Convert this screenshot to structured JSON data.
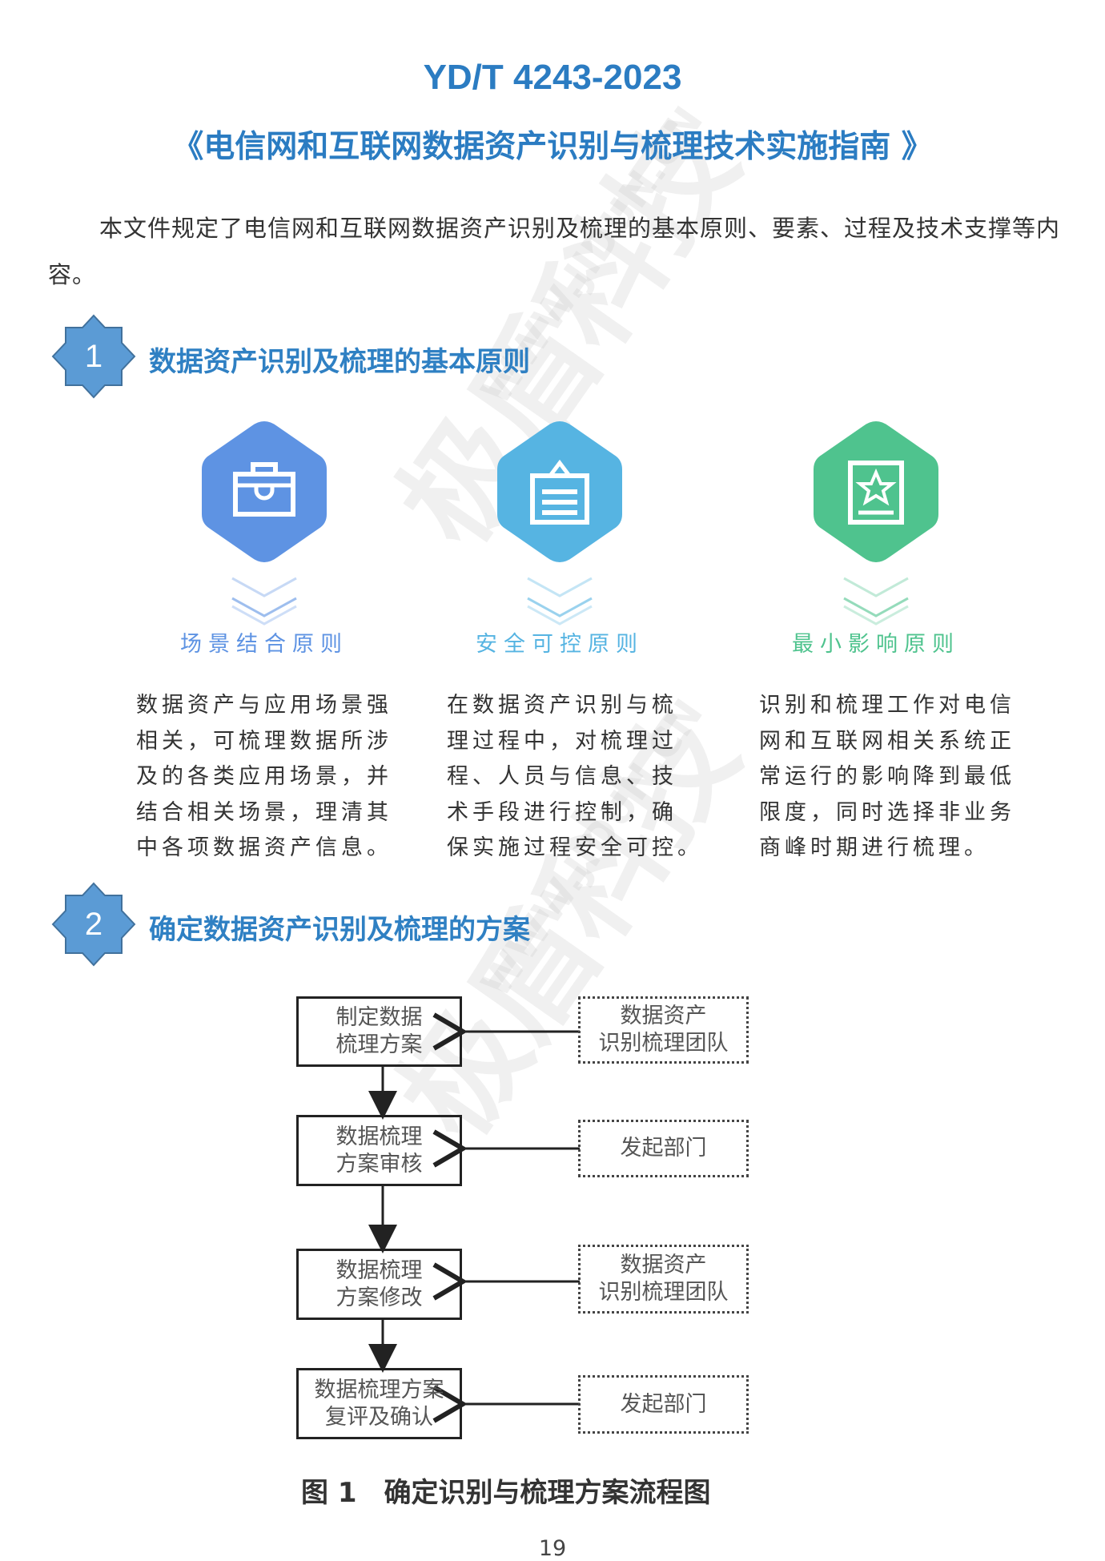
{
  "header": {
    "code": "YD/T 4243-2023",
    "title": "《电信网和互联网数据资产识别与梳理技术实施指南 》"
  },
  "intro": "本文件规定了电信网和互联网数据资产识别及梳理的基本原则、要素、过程及技术支撑等内容。",
  "watermark": {
    "brand": "极盾科技",
    "url": "WWW.JIDUN.CN"
  },
  "section1": {
    "number": "1",
    "title": "数据资产识别及梳理的基本原则",
    "principles": [
      {
        "icon": "briefcase-icon",
        "color": "#5e93e3",
        "label": "场景结合原则",
        "lines": [
          "数据资产与应用场景强",
          "相关，可梳理数据所涉",
          "及的各类应用场景，并",
          "结合相关场景，理清其",
          "中各项数据资产信息。"
        ]
      },
      {
        "icon": "document-list-icon",
        "color": "#56b4e2",
        "label": "安全可控原则",
        "lines": [
          "在数据资产识别与梳",
          "理过程中，对梳理过",
          "程、人员与信息、技",
          "术手段进行控制，确",
          "保实施过程安全可控。"
        ]
      },
      {
        "icon": "star-certificate-icon",
        "color": "#4fc38e",
        "label": "最小影响原则",
        "lines": [
          "识别和梳理工作对电信",
          "网和互联网相关系统正",
          "常运行的影响降到最低",
          "限度，同时选择非业务",
          "商峰时期进行梳理。"
        ]
      }
    ]
  },
  "section2": {
    "number": "2",
    "title": "确定数据资产识别及梳理的方案",
    "flow": [
      {
        "step": [
          "制定数据",
          "梳理方案"
        ],
        "source": [
          "数据资产",
          "识别梳理团队"
        ]
      },
      {
        "step": [
          "数据梳理",
          "方案审核"
        ],
        "source": [
          "发起部门"
        ]
      },
      {
        "step": [
          "数据梳理",
          "方案修改"
        ],
        "source": [
          "数据资产",
          "识别梳理团队"
        ]
      },
      {
        "step": [
          "数据梳理方案",
          "复评及确认"
        ],
        "source": [
          "发起部门"
        ]
      }
    ],
    "caption": "图 1　确定识别与梳理方案流程图"
  },
  "page_number": "19",
  "colors": {
    "title": "#2b7cc2",
    "star": "#5b9bd5"
  }
}
